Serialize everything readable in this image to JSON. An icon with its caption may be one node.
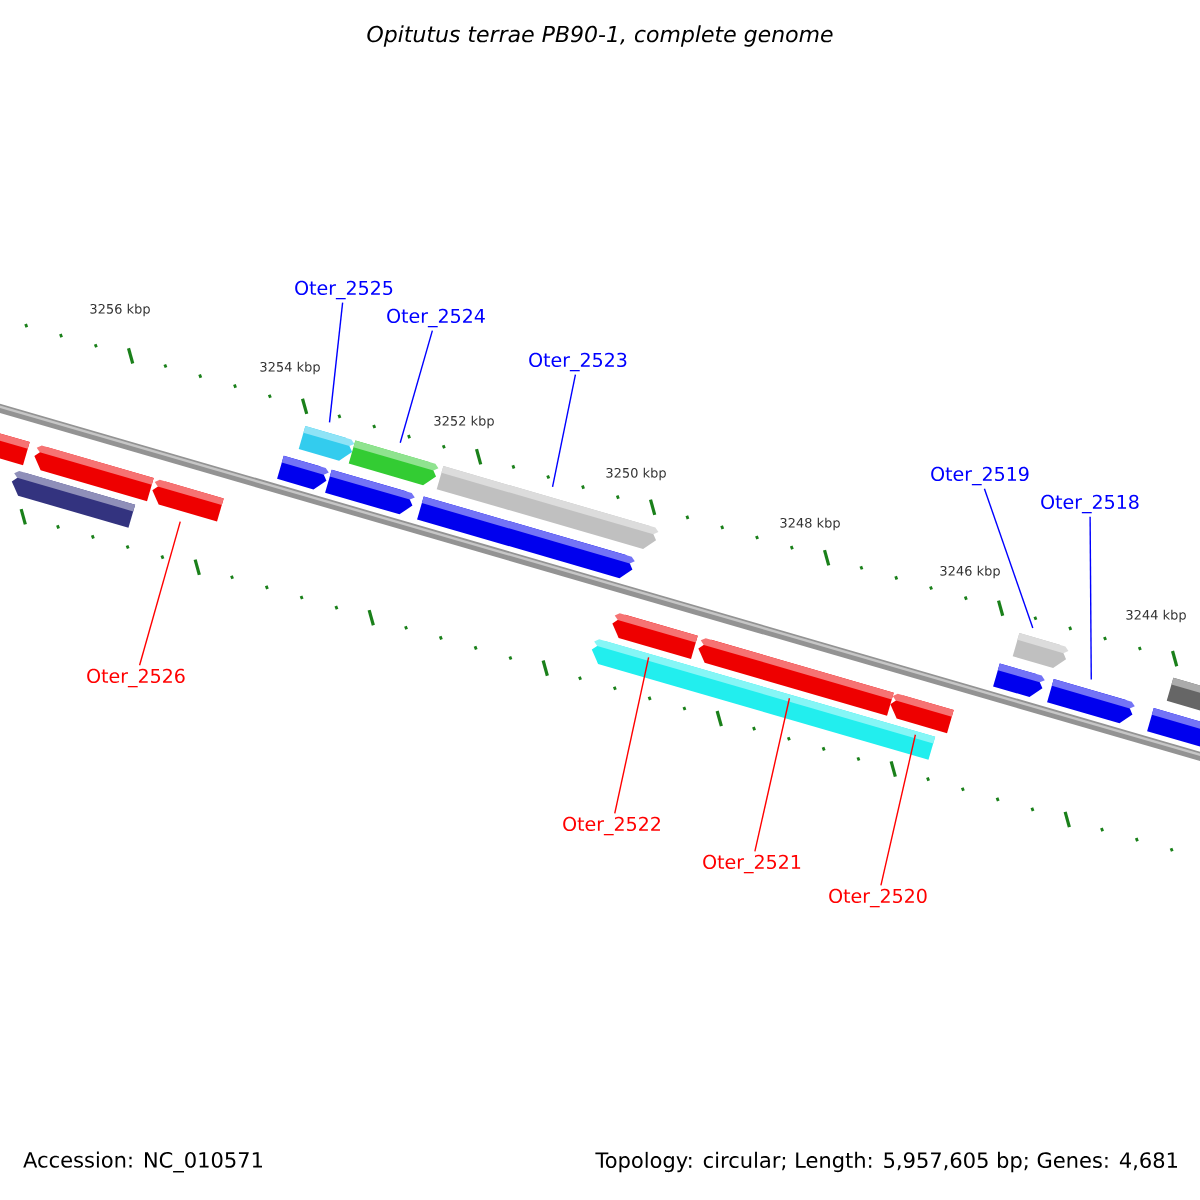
{
  "diagram": {
    "title": "Opitutus terrae PB90-1, complete genome",
    "nodes": [
      {
        "text": [
          "Oter_2525"
        ]
      },
      {
        "text": [],
        "shape": "arrow"
      },
      {
        "text": [
          "Oter_2524"
        ]
      },
      {
        "text": [],
        "shape": "arrow"
      },
      {
        "text": [
          "Oter_2523"
        ]
      },
      {
        "text": [],
        "shape": "arrow"
      },
      {
        "text": [
          "Oter_2519"
        ]
      },
      {
        "text": [],
        "shape": "arrow"
      },
      {
        "text": [
          "Oter_2518"
        ]
      },
      {
        "text": [],
        "shape": "arrow"
      },
      {
        "text": [
          "Oter_2526"
        ]
      },
      {
        "text": [],
        "shape": "arrow"
      },
      {
        "text": [
          "Oter_2522"
        ]
      },
      {
        "text": [],
        "shape": "arrow"
      },
      {
        "text": [
          "Oter_2521"
        ]
      },
      {
        "text": [],
        "shape": "arrow"
      },
      {
        "text": [
          "Oter_2520"
        ]
      },
      {
        "text": [],
        "shape": "arrow"
      },
      {
        "text": [],
        "shape": "arrow"
      },
      {
        "text": [],
        "shape": "arrow"
      },
      {
        "text": [],
        "shape": "arrow"
      },
      {
        "text": [],
        "shape": "arrow"
      },
      {
        "text": [],
        "shape": "arrow"
      },
      {
        "text": [],
        "shape": "arrow"
      },
      {
        "text": [],
        "shape": "arrow"
      },
      {
        "text": [],
        "shape": "arrow"
      },
      {
        "text": [],
        "shape": "arrow"
      },
      {
        "text": [],
        "shape": "arrow"
      }
    ],
    "edges": [
      {
        "from": 0,
        "to": 1,
        "arrow": "none"
      },
      {
        "from": 2,
        "to": 3,
        "arrow": "none"
      },
      {
        "from": 4,
        "to": 5,
        "arrow": "none"
      },
      {
        "from": 6,
        "to": 7,
        "arrow": "none"
      },
      {
        "from": 8,
        "to": 9,
        "arrow": "none"
      },
      {
        "from": 10,
        "to": 11,
        "arrow": "none",
        "color": "#ff0000"
      },
      {
        "from": 12,
        "to": 13,
        "arrow": "none",
        "color": "#ff0000"
      },
      {
        "from": 14,
        "to": 15,
        "arrow": "none",
        "color": "#ff0000"
      },
      {
        "from": 16,
        "to": 17,
        "arrow": "none",
        "color": "#ff0000"
      }
    ],
    "labels": [
      "3256 kbp",
      "3254 kbp",
      "3252 kbp",
      "3250 kbp",
      "3248 kbp",
      "3246 kbp",
      "3244 kbp",
      "Accession: NC_010571",
      "Topology: circular; Length: 5,957,605 bp; Genes: 4,681"
    ]
  }
}
